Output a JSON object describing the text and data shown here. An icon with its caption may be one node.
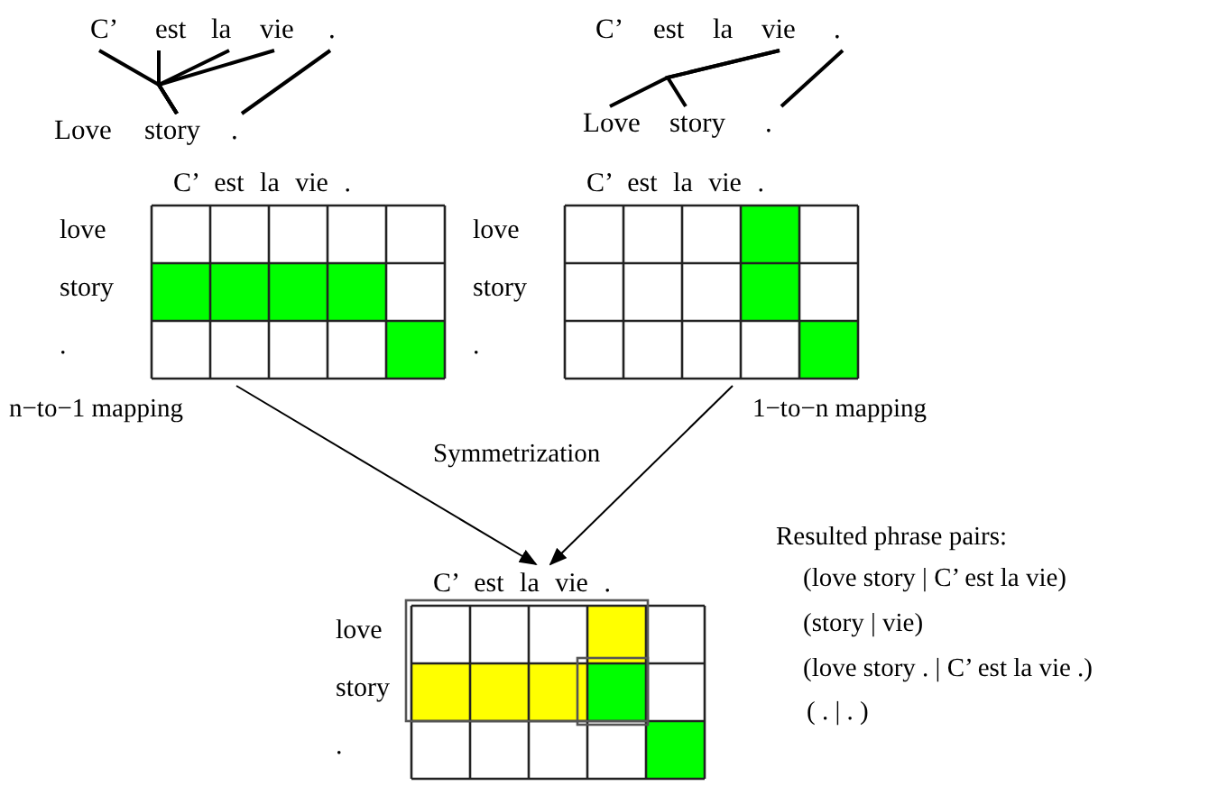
{
  "diagram": {
    "nodes": [
      {
        "text": [
          "C’"
        ]
      },
      {
        "text": [
          "est"
        ]
      },
      {
        "text": [
          "la"
        ]
      },
      {
        "text": [
          "vie"
        ]
      },
      {
        "text": [
          "."
        ]
      },
      {
        "text": [
          "Love"
        ]
      },
      {
        "text": [
          "story"
        ]
      },
      {
        "text": [
          "."
        ]
      },
      {
        "text": [
          "C’"
        ]
      },
      {
        "text": [
          "est"
        ]
      },
      {
        "text": [
          "la"
        ]
      },
      {
        "text": [
          "vie"
        ]
      },
      {
        "text": [
          "."
        ]
      },
      {
        "text": [
          "Love"
        ]
      },
      {
        "text": [
          "story"
        ]
      },
      {
        "text": [
          "."
        ]
      },
      {
        "text": [
          "C’ est la vie .",
          "love",
          "story",
          "."
        ]
      },
      {
        "text": [
          "C’ est la vie .",
          "love",
          "story",
          "."
        ]
      },
      {
        "text": [
          "C’ est la vie .",
          "love",
          "story",
          "."
        ]
      }
    ],
    "edges": [
      {
        "from": 0,
        "to": 6,
        "arrow": "none"
      },
      {
        "from": 1,
        "to": 6,
        "arrow": "none"
      },
      {
        "from": 2,
        "to": 6,
        "arrow": "none"
      },
      {
        "from": 3,
        "to": 6,
        "arrow": "none"
      },
      {
        "from": 4,
        "to": 7,
        "arrow": "none"
      },
      {
        "from": 11,
        "to": 13,
        "arrow": "none"
      },
      {
        "from": 11,
        "to": 14,
        "arrow": "none"
      },
      {
        "from": 12,
        "to": 15,
        "arrow": "none"
      },
      {
        "from": 16,
        "to": 18,
        "arrow": "to"
      },
      {
        "from": 17,
        "to": 18,
        "arrow": "to"
      }
    ],
    "labels": [
      "n−to−1 mapping",
      "Symmetrization",
      "1−to−n mapping",
      "Resulted phrase pairs:",
      "(love story | C’ est la vie)",
      "(story | vie)",
      "(love story . | C’ est la vie .)",
      "( . | . )"
    ]
  }
}
